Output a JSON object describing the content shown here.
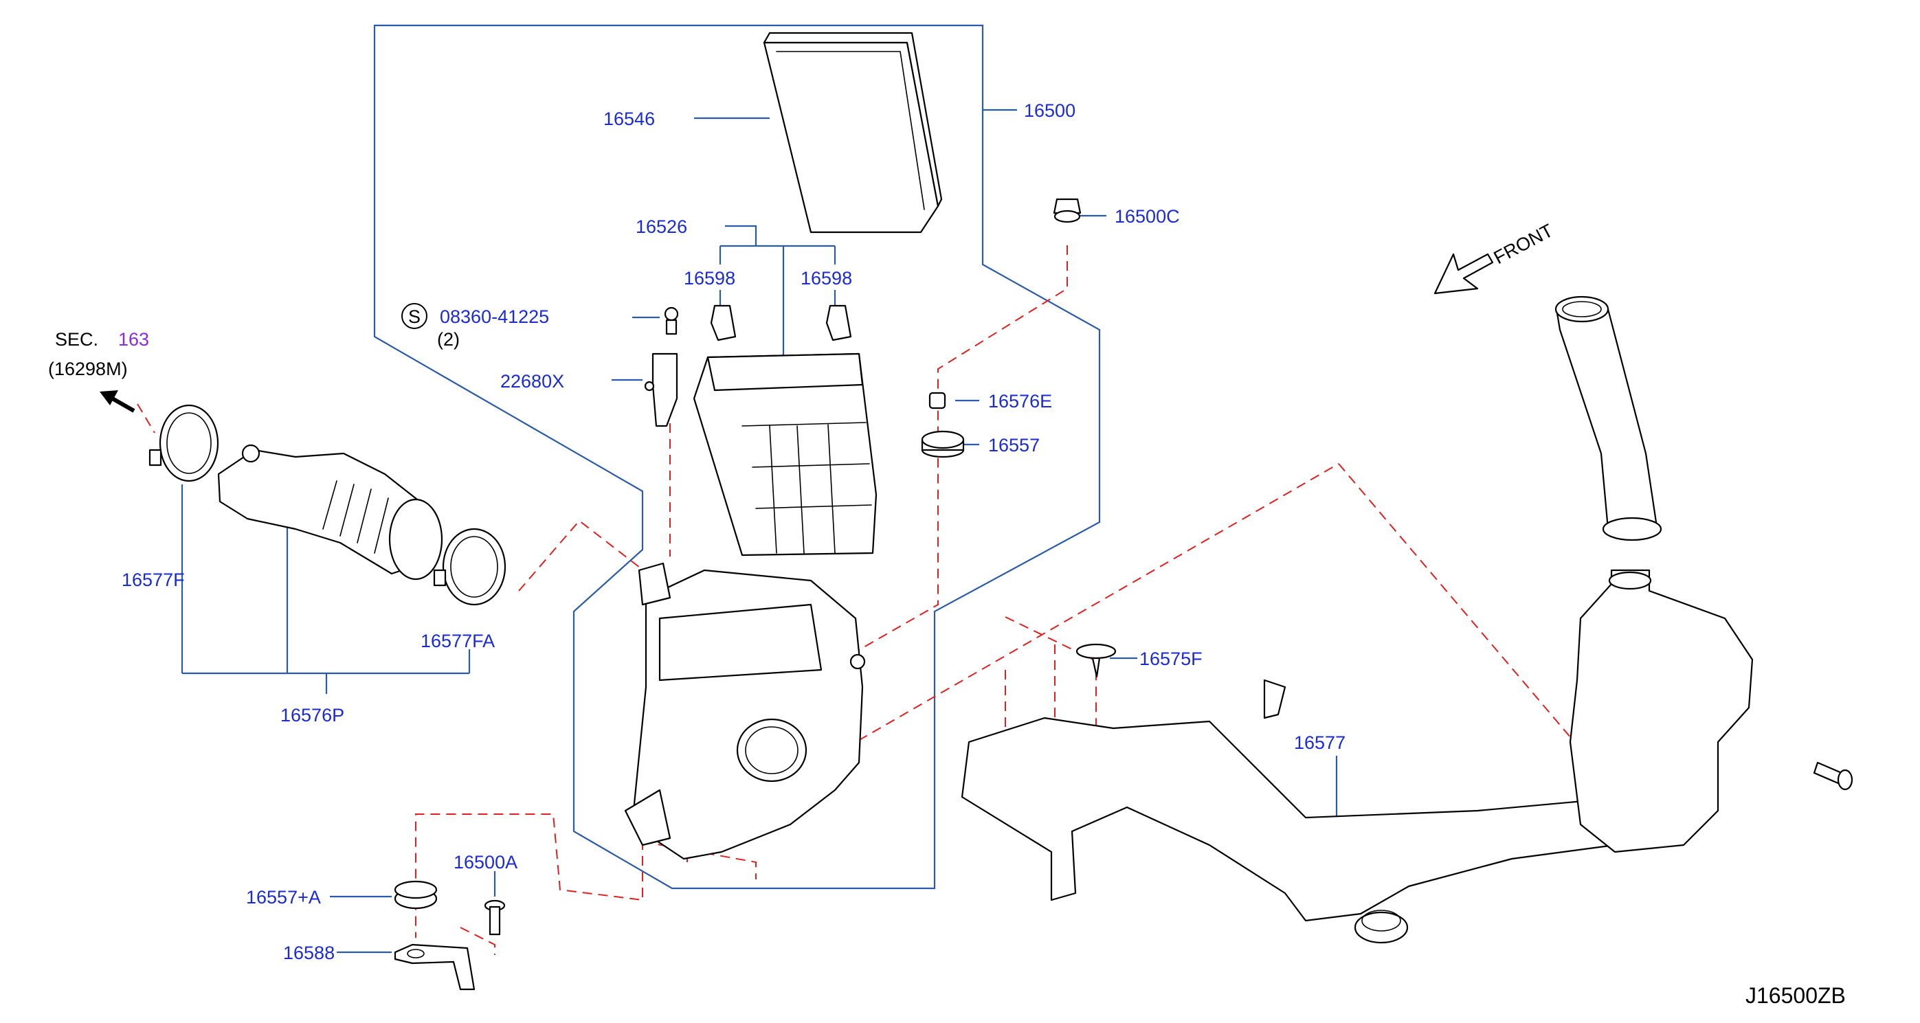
{
  "diagram": {
    "code": "J16500ZB",
    "front_label": "FRONT",
    "sec_prefix": "SEC.",
    "sec_number": "163",
    "sec_ref": "(16298M)",
    "screw_circle": "S",
    "screw_number": "08360-41225",
    "screw_qty": "(2)",
    "parts": {
      "p16546": "16546",
      "p16500": "16500",
      "p16500c": "16500C",
      "p16526": "16526",
      "p16598a": "16598",
      "p16598b": "16598",
      "p22680x": "22680X",
      "p16576e": "16576E",
      "p16557": "16557",
      "p16577f": "16577F",
      "p16577fa": "16577FA",
      "p16576p": "16576P",
      "p16575f": "16575F",
      "p16577": "16577",
      "p16500a": "16500A",
      "p16557a": "16557+A",
      "p16588": "16588"
    }
  }
}
